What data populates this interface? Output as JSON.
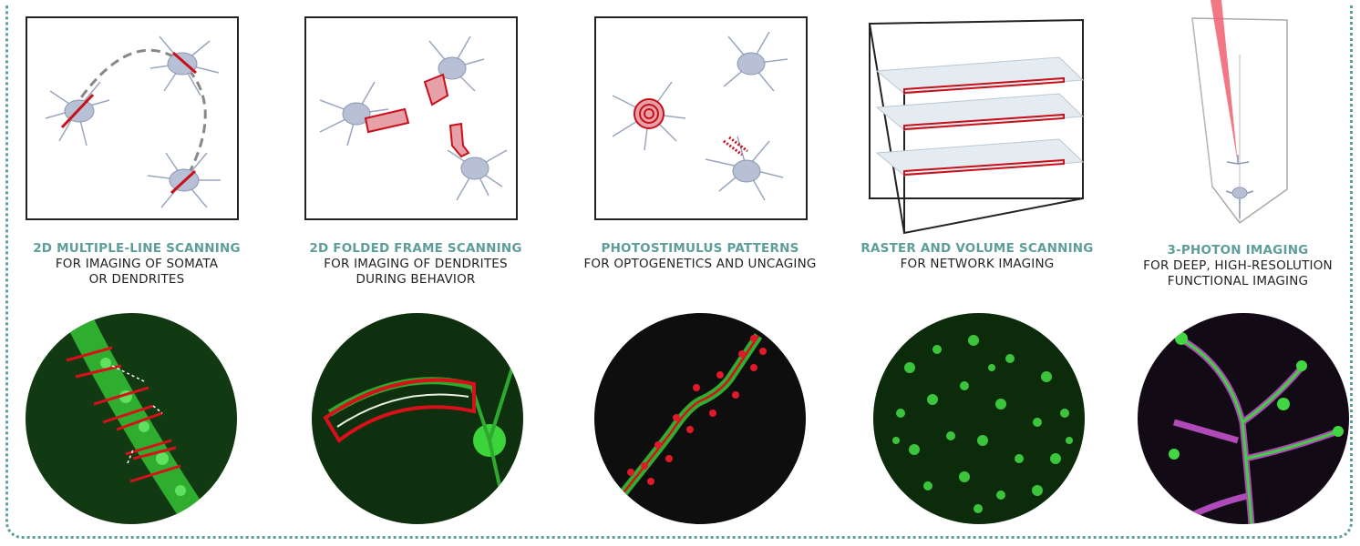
{
  "colors": {
    "accent": "#5e9e9a",
    "scan_red": "#c8101a",
    "neuron": "#8a96b0",
    "fluor_green": "#2fd12f",
    "fluor_magenta": "#c050c8"
  },
  "panels": [
    {
      "title": "2D MULTIPLE-LINE SCANNING",
      "lines": [
        "FOR IMAGING OF SOMATA",
        "OR DENDRITES"
      ]
    },
    {
      "title": "2D FOLDED FRAME SCANNING",
      "lines": [
        "FOR IMAGING OF DENDRITES",
        "DURING BEHAVIOR"
      ]
    },
    {
      "title": "PHOTOSTIMULUS PATTERNS",
      "lines": [
        "FOR OPTOGENETICS AND UNCAGING"
      ]
    },
    {
      "title": "RASTER AND VOLUME SCANNING",
      "lines": [
        "FOR NETWORK IMAGING"
      ]
    },
    {
      "title": "3-PHOTON IMAGING",
      "lines": [
        "FOR DEEP, HIGH-RESOLUTION",
        "FUNCTIONAL IMAGING"
      ]
    }
  ]
}
